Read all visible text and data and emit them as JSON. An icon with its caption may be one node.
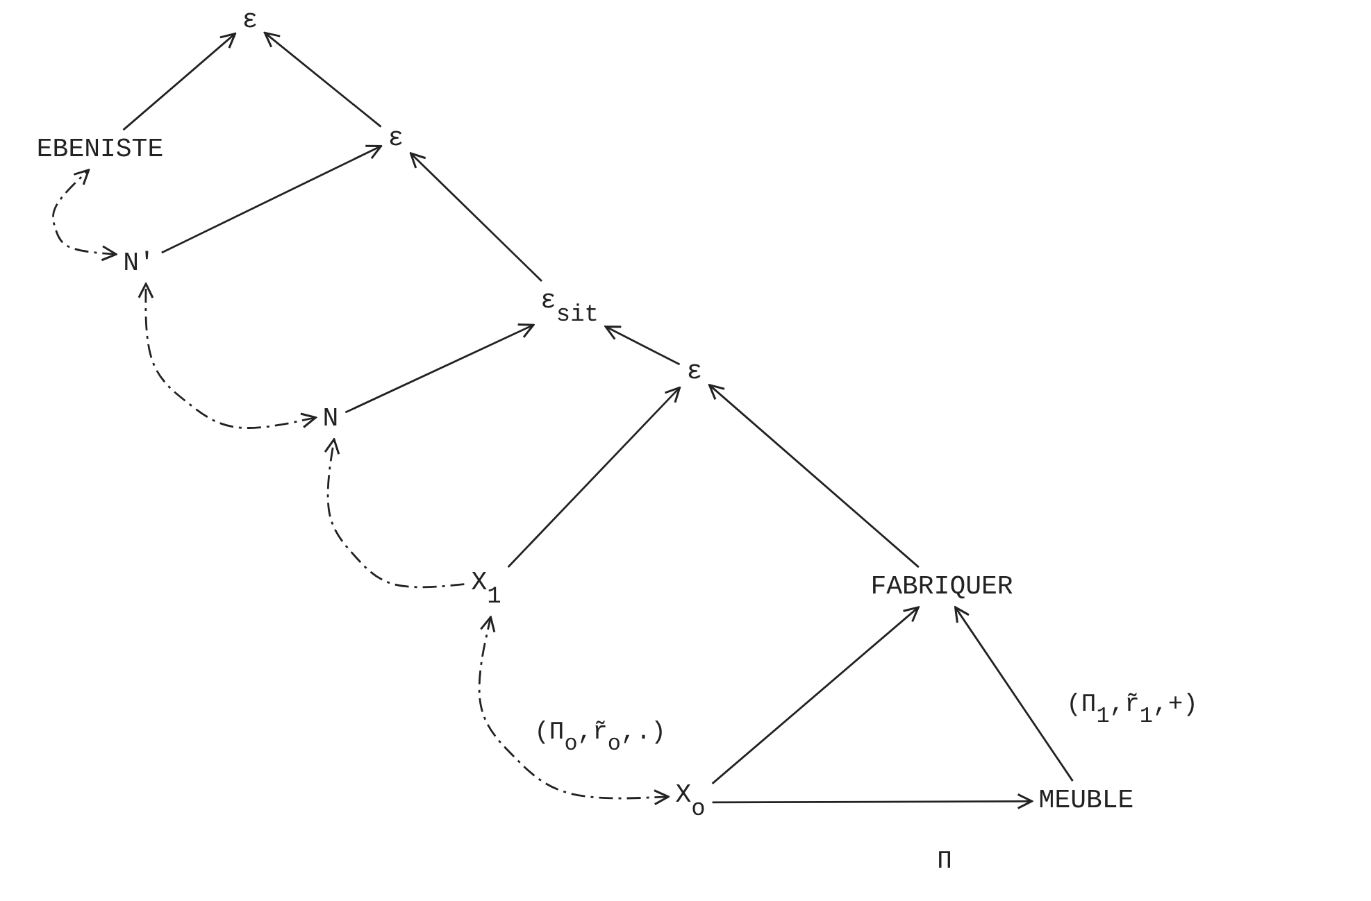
{
  "diagram": {
    "nodes": [
      {
        "text": [
          "ε"
        ]
      },
      {
        "text": [
          "EBENISTE"
        ]
      },
      {
        "text": [
          "ε"
        ]
      },
      {
        "text": [
          "N'"
        ]
      },
      {
        "text": [
          "ε$_{sit}$"
        ]
      },
      {
        "text": [
          "N"
        ]
      },
      {
        "text": [
          "ε"
        ]
      },
      {
        "text": [
          "X$_{1}$"
        ]
      },
      {
        "text": [
          "FABRIQUER"
        ]
      },
      {
        "text": [
          "X$_{o}$"
        ]
      },
      {
        "text": [
          "MEUBLE"
        ]
      }
    ],
    "edges": [
      {
        "from": 1,
        "to": 0,
        "arrow": "to"
      },
      {
        "from": 2,
        "to": 0,
        "arrow": "to"
      },
      {
        "from": 3,
        "to": 2,
        "arrow": "to"
      },
      {
        "from": 4,
        "to": 2,
        "arrow": "to"
      },
      {
        "from": 5,
        "to": 4,
        "arrow": "to"
      },
      {
        "from": 6,
        "to": 4,
        "arrow": "to"
      },
      {
        "from": 7,
        "to": 6,
        "arrow": "to"
      },
      {
        "from": 8,
        "to": 6,
        "arrow": "to"
      },
      {
        "from": 9,
        "to": 8,
        "arrow": "to",
        "label": "(Π$_{o}$,r̃$_{o}$,.)"
      },
      {
        "from": 10,
        "to": 8,
        "arrow": "to",
        "label": "(Π$_{1}$,r̃$_{1}$,+)"
      },
      {
        "from": 9,
        "to": 10,
        "arrow": "to",
        "label": "Π"
      },
      {
        "from": 3,
        "to": 1,
        "arrow": "both",
        "style": "dashed"
      },
      {
        "from": 5,
        "to": 3,
        "arrow": "both",
        "style": "dashed"
      },
      {
        "from": 7,
        "to": 5,
        "arrow": "to",
        "style": "dashed"
      },
      {
        "from": 9,
        "to": 7,
        "arrow": "both",
        "style": "dashed"
      }
    ]
  }
}
